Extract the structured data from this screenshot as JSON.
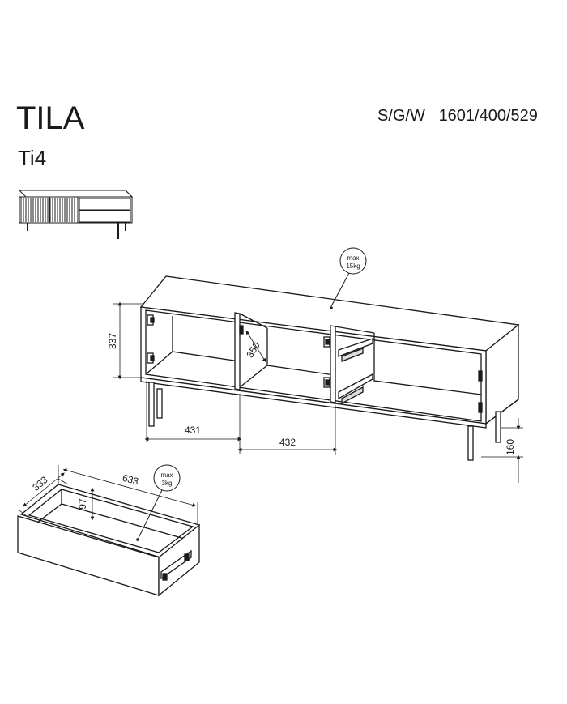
{
  "product": {
    "name": "TILA",
    "code": "Ti4",
    "dimension_label": "S/G/W",
    "dimension_value": "1601/400/529"
  },
  "cabinet": {
    "max_load_label": "max",
    "max_load_value": "15kg",
    "height_inner": "337",
    "depth_inner": "350",
    "width_left": "431",
    "width_middle": "432",
    "leg_height": "160"
  },
  "drawer": {
    "depth": "333",
    "width": "633",
    "height": "97",
    "max_load_label": "max",
    "max_load_value": "3kg"
  }
}
